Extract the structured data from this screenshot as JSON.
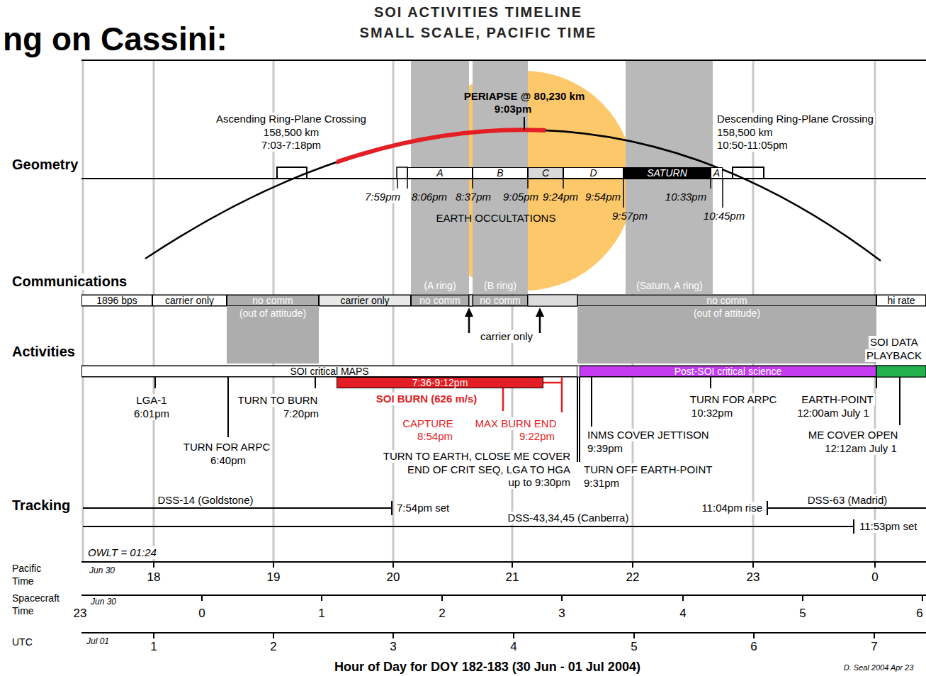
{
  "diagram": {
    "title": "SOI ACTIVITIES TIMELINE SMALL SCALE, PACIFIC TIME",
    "nodes": [
      {
        "text": [
          "A"
        ]
      },
      {
        "text": [
          "B"
        ]
      },
      {
        "text": [
          "C"
        ]
      },
      {
        "text": [
          "D"
        ]
      },
      {
        "text": [
          "SATURN"
        ]
      },
      {
        "text": [
          "A"
        ]
      },
      {
        "text": [
          "1896 bps"
        ]
      },
      {
        "text": [
          "carrier only"
        ]
      },
      {
        "text": [
          "no comm",
          "(out of attitude)"
        ]
      },
      {
        "text": [
          "carrier only"
        ]
      },
      {
        "text": [
          "no comm"
        ]
      },
      {
        "text": [
          "no comm"
        ]
      },
      {
        "text": [
          "no comm",
          "(out of attitude)"
        ]
      },
      {
        "text": [
          "hi rate"
        ]
      },
      {
        "text": [
          "SOI critical MAPS"
        ]
      },
      {
        "text": [
          "7:36-9:12pm"
        ]
      },
      {
        "text": [
          "Post-SOI critical science"
        ]
      }
    ],
    "labels": [
      "ng on Cassini:",
      "Ascending Ring-Plane Crossing",
      "158,500 km",
      "7:03-7:18pm",
      "PERIAPSE @ 80,230 km",
      "9:03pm",
      "Descending Ring-Plane Crossing",
      "158,500 km",
      "10:50-11:05pm",
      "Geometry",
      "7:59pm",
      "8:06pm",
      "8:37pm",
      "9:05pm",
      "9:24pm",
      "9:54pm",
      "10:33pm",
      "EARTH OCCULTATIONS",
      "9:57pm",
      "10:45pm",
      "Communications",
      "(A ring)",
      "(B ring)",
      "(Saturn, A ring)",
      "carrier only",
      "Activities",
      "SOI DATA",
      "PLAYBACK",
      "LGA-1",
      "6:01pm",
      "TURN TO BURN",
      "7:20pm",
      "TURN FOR ARPC",
      "6:40pm",
      "SOI BURN (626 m/s)",
      "CAPTURE",
      "8:54pm",
      "MAX BURN END",
      "9:22pm",
      "TURN TO EARTH, CLOSE ME COVER",
      "END OF CRIT SEQ, LGA TO HGA",
      "up to 9:30pm",
      "INMS COVER JETTISON",
      "9:39pm",
      "TURN OFF EARTH-POINT",
      "9:31pm",
      "TURN FOR ARPC",
      "10:32pm",
      "EARTH-POINT",
      "12:00am July 1",
      "ME COVER OPEN",
      "12:12am July 1",
      "Tracking",
      "DSS-14 (Goldstone)",
      "7:54pm set",
      "DSS-43,34,45 (Canberra)",
      "11:04pm rise",
      "DSS-63 (Madrid)",
      "11:53pm set",
      "OWLT = 01:24",
      "Pacific",
      "Time",
      "Jun 30",
      "18",
      "19",
      "20",
      "21",
      "22",
      "23",
      "0",
      "Spacecraft",
      "Time",
      "Jun 30",
      "23",
      "0",
      "1",
      "2",
      "3",
      "4",
      "5",
      "6",
      "UTC",
      "Jul 01",
      "1",
      "2",
      "3",
      "4",
      "5",
      "6",
      "7",
      "Hour of Day for DOY 182-183 (30 Jun - 01 Jul 2004)",
      "D. Seal 2004 Apr 23"
    ]
  }
}
